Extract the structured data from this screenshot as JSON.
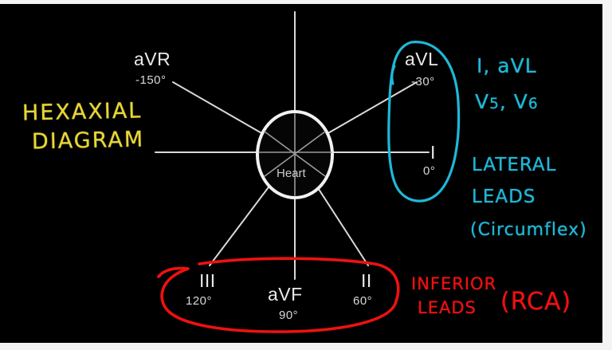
{
  "canvas": {
    "background": "#000000",
    "border_color": "#f4f4f4",
    "axis_color": "#d9d9d9",
    "label_color": "#e9e9e9",
    "yellow": "#e8d637",
    "cyan": "#1fb8d8",
    "red": "#ee1111"
  },
  "title": {
    "line1": "HEXAXIAL",
    "line2": "DIAGRAM"
  },
  "center": {
    "organ_label": "Heart"
  },
  "leads": [
    {
      "name": "aVR",
      "degrees": "-150°"
    },
    {
      "name": "aVL",
      "degrees": "-30°"
    },
    {
      "name": "I",
      "degrees": "0°"
    },
    {
      "name": "II",
      "degrees": "60°"
    },
    {
      "name": "aVF",
      "degrees": "90°"
    },
    {
      "name": "III",
      "degrees": "120°"
    }
  ],
  "annotations": {
    "lateral": {
      "leads_line1": "I, aVL",
      "leads_line2_a": "V",
      "leads_line2_sub_a": "5",
      "leads_line2_b": ", V",
      "leads_line2_sub_b": "6",
      "title_line1": "LATERAL",
      "title_line2": "LEADS",
      "artery": "(Circumflex)"
    },
    "inferior": {
      "title_line1": "INFERIOR",
      "title_line2": "LEADS",
      "artery": "(RCA)"
    }
  }
}
